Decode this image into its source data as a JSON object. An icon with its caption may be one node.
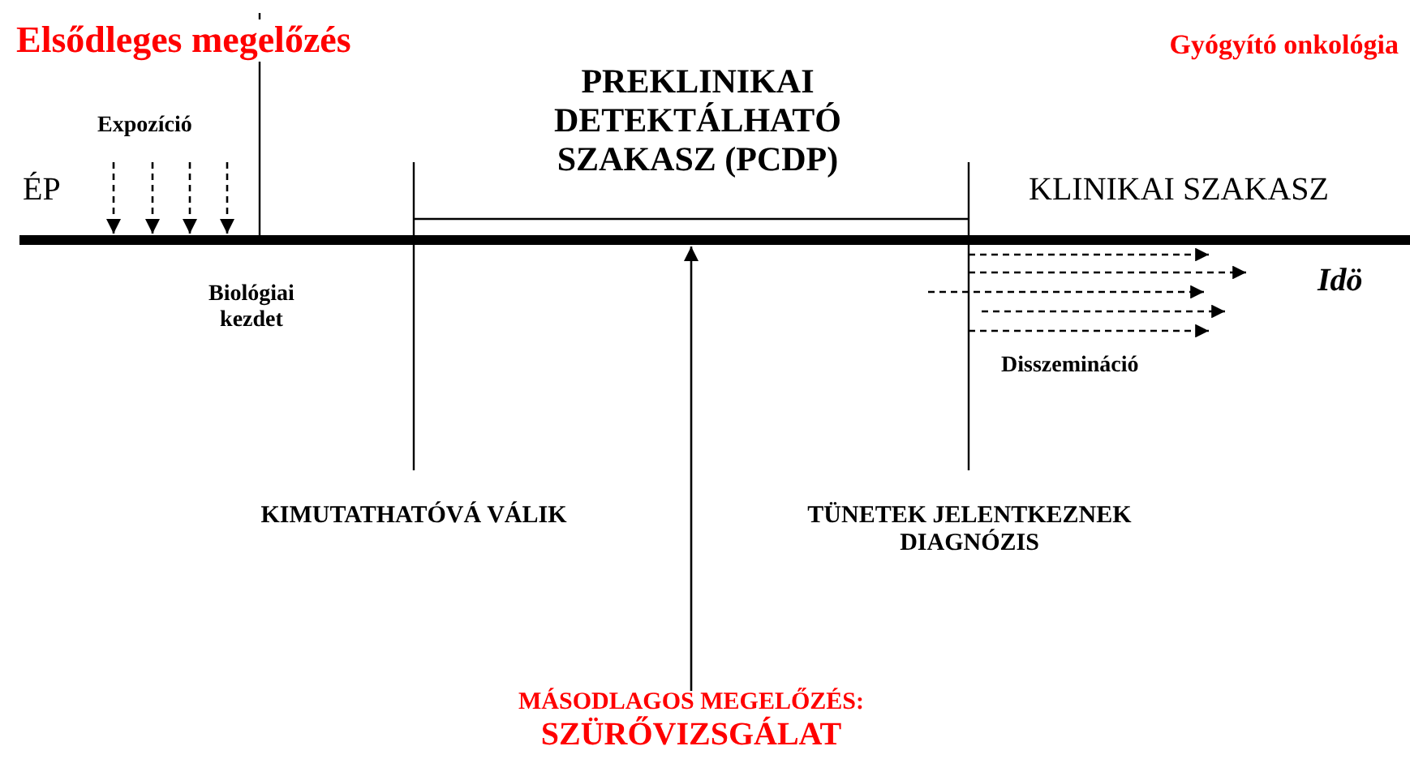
{
  "diagram": {
    "nodes": [
      {
        "text": [],
        "shape": "bar",
        "beside": [
          "Idö"
        ]
      },
      {
        "text": [
          "MÁSODLAGOS MEGELŐZÉS:",
          "SZÜRŐVIZSGÁLAT"
        ]
      }
    ],
    "edges": [
      {
        "from": null,
        "to": 0,
        "arrow": "to",
        "style": "dashed"
      },
      {
        "from": null,
        "to": 0,
        "arrow": "to",
        "style": "dashed"
      },
      {
        "from": null,
        "to": 0,
        "arrow": "to",
        "style": "dashed"
      },
      {
        "from": null,
        "to": 0,
        "arrow": "to",
        "style": "dashed"
      },
      {
        "from": 1,
        "to": 0,
        "arrow": "to"
      }
    ],
    "labels": [
      "Elsődleges megelőzés",
      "Gyógyító onkológia",
      "Expozíció",
      "PREKLINIKAI DETEKTÁLHATÓ SZAKASZ (PCDP)",
      "ÉP",
      "KLINIKAI SZAKASZ",
      "Biológiai kezdet",
      "Disszemináció",
      "KIMUTATHATÓVÁ VÁLIK",
      "TÜNETEK JELENTKEZNEK DIAGNÓZIS"
    ]
  }
}
